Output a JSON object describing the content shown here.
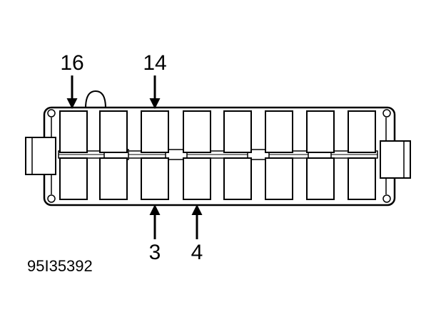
{
  "callouts": {
    "pin_16": "16",
    "pin_14": "14",
    "pin_3": "3",
    "pin_4": "4"
  },
  "figure_ref": "95I35392",
  "colors": {
    "ink": "#000000",
    "paper": "#ffffff"
  }
}
